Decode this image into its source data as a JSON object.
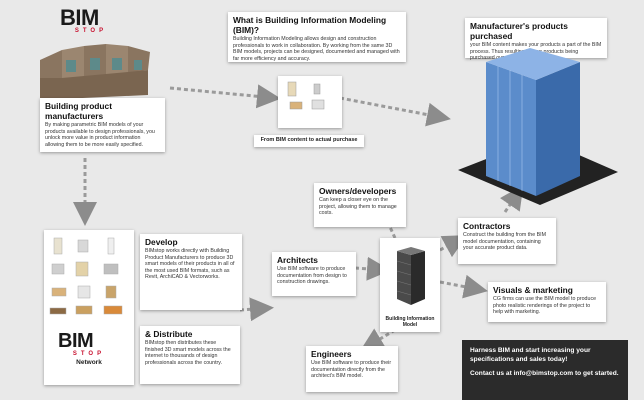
{
  "logo": {
    "main": "BIM",
    "sub": "STOP"
  },
  "what_is_bim": {
    "title": "What is Building Information Modeling (BIM)?",
    "text": "Building Information Modeling allows design and construction professionals to work in collaboration. By working from the same 3D BIM models, projects can be designed, documented and managed with far more efficiency and accuracy."
  },
  "products_purchased": {
    "title": "Manufacturer's products purchased",
    "text": "your BIM content makes your products a part of the BIM process. Thus resulting in your products being purchased over your competitors."
  },
  "manufacturers": {
    "title": "Building product manufacturers",
    "text": "By making parametric BIM models of your products available to design professionals, you unlock more value in product information allowing them to be more easily specified."
  },
  "purchase_caption": "From BIM content to actual purchase",
  "owners": {
    "title": "Owners/developers",
    "text": "Can keep a closer eye on the project, allowing them to manage costs."
  },
  "contractors": {
    "title": "Contractors",
    "text": "Construct the building from the BIM model documentation, containing your accurate product data."
  },
  "develop": {
    "title": "Develop",
    "text": "BIMstop works directly with Building Product Manufacturers to produce 3D smart models of their products in all of the most used BIM formats, such as Revit, ArchiCAD & Vectorworks."
  },
  "distribute": {
    "title": "& Distribute",
    "text": "BIMstop then distributes these finished 3D smart models across the internet to thousands of design professionals across the country."
  },
  "network_caption": "Network",
  "architects": {
    "title": "Architects",
    "text": "Use BIM software to produce documentation from design to construction drawings."
  },
  "bim_model_caption": "Building Information Model",
  "visuals": {
    "title": "Visuals & marketing",
    "text": "CG firms can use the BIM model to produce photo realistic renderings of the project to help with marketing."
  },
  "engineers": {
    "title": "Engineers",
    "text": "Use BIM software to produce their documentation directly from the architect's BIM model."
  },
  "cta": {
    "headline": "Harness BIM and start increasing your specifications and sales today!",
    "contact": "Contact us at info@bimstop.com to get started."
  },
  "colors": {
    "background": "#e9e9e9",
    "brand_red": "#c8102e",
    "building_blue": "#4f7fc0",
    "cta_dark": "#2b2b2b"
  }
}
